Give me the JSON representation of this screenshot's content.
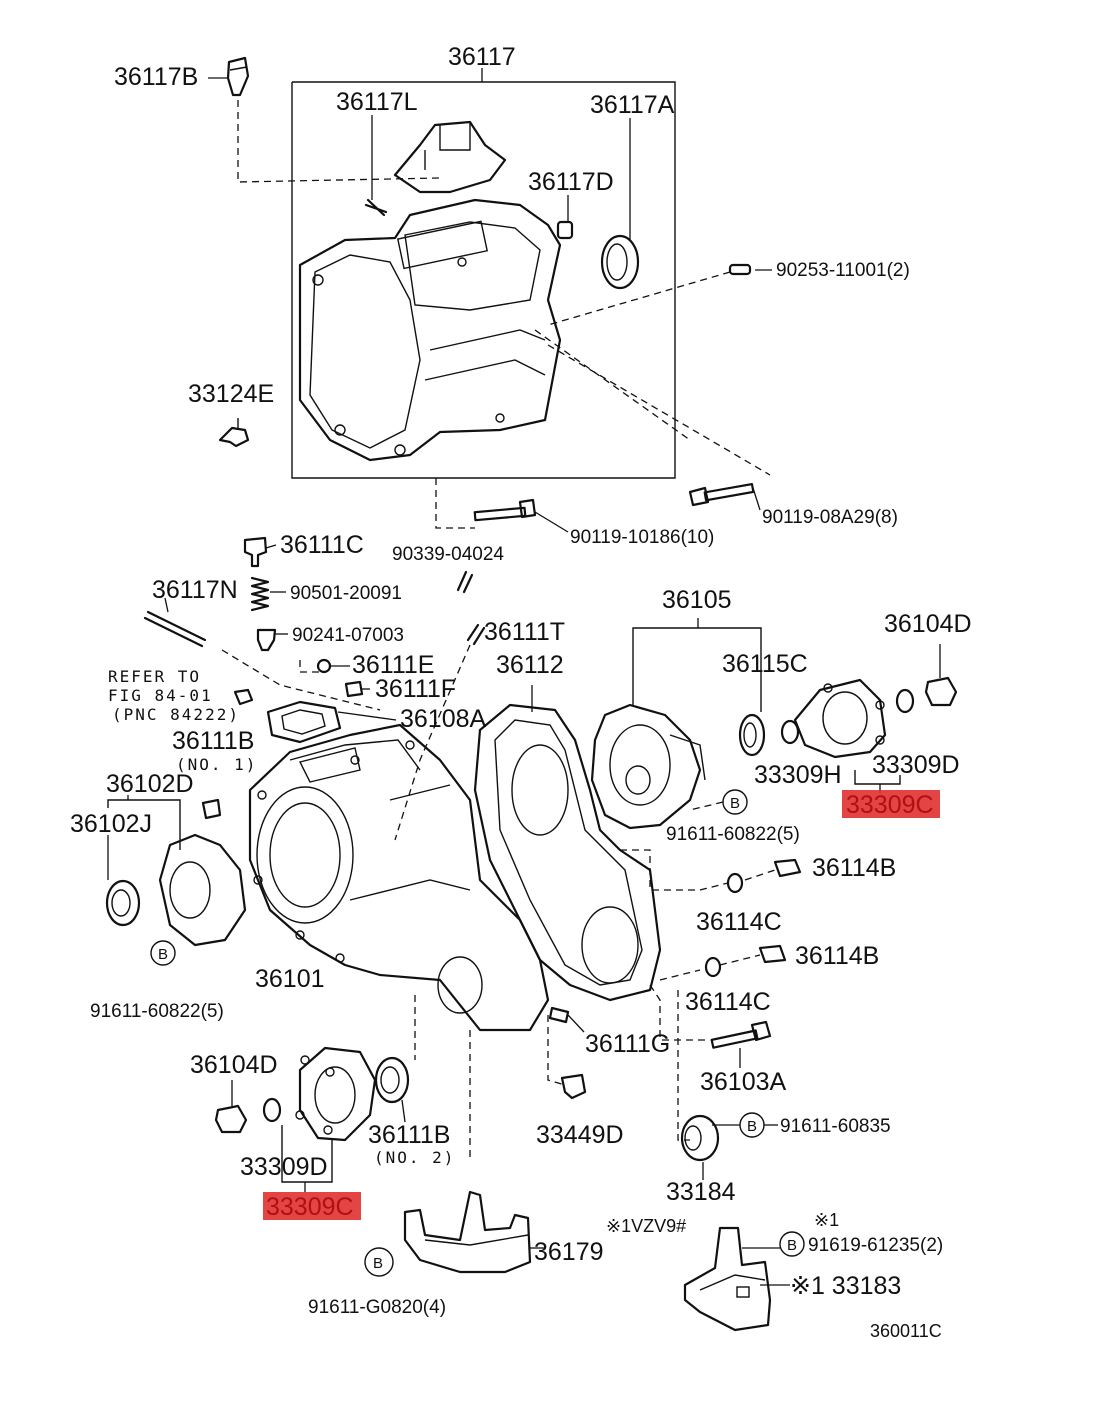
{
  "labels": {
    "p36117": "36117",
    "p36117B": "36117B",
    "p36117L": "36117L",
    "p36117A": "36117A",
    "p36117D": "36117D",
    "p90253": "90253-11001(2)",
    "p33124E": "33124E",
    "p90119_08A29": "90119-08A29(8)",
    "p90119_10186": "90119-10186(10)",
    "p36111C": "36111C",
    "p90339": "90339-04024",
    "p36117N": "36117N",
    "p90501": "90501-20091",
    "p90241": "90241-07003",
    "p36111T": "36111T",
    "p36111E": "36111E",
    "p36111F": "36111F",
    "refer1": "REFER TO",
    "refer2": "FIG 84-01",
    "refer3": "(PNC 84222)",
    "p36108A": "36108A",
    "p36112": "36112",
    "p36105": "36105",
    "p36104D_top": "36104D",
    "p36115C": "36115C",
    "p33309H": "33309H",
    "p33309D_top": "33309D",
    "p33309C_top": "33309C",
    "p36111B_top": "36111B",
    "no1": "(NO. 1)",
    "p36102D": "36102D",
    "p36102J": "36102J",
    "p91611_60822_right": "91611-60822(5)",
    "p36114B_top": "36114B",
    "p36114C_top": "36114C",
    "p36101": "36101",
    "p91611_60822_left": "91611-60822(5)",
    "p36114B_bottom": "36114B",
    "p36114C_bottom": "36114C",
    "p36111G": "36111G",
    "p36103A": "36103A",
    "p36104D_bottom": "36104D",
    "p36111B_bottom": "36111B",
    "no2": "(NO. 2)",
    "p33449D": "33449D",
    "p91611_60835": "91611-60835",
    "p33309D_bottom": "33309D",
    "p33184": "33184",
    "p33309C_bottom": "33309C",
    "note1vzv9": "※1VZV9#",
    "note1": "※1",
    "p91619": "91619-61235(2)",
    "p36179": "36179",
    "p33183": "※1 33183",
    "p91611_G0820": "91611-G0820(4)",
    "code": "360011C",
    "b": "B"
  },
  "highlight_color": "#e03030",
  "line_color": "#111111"
}
